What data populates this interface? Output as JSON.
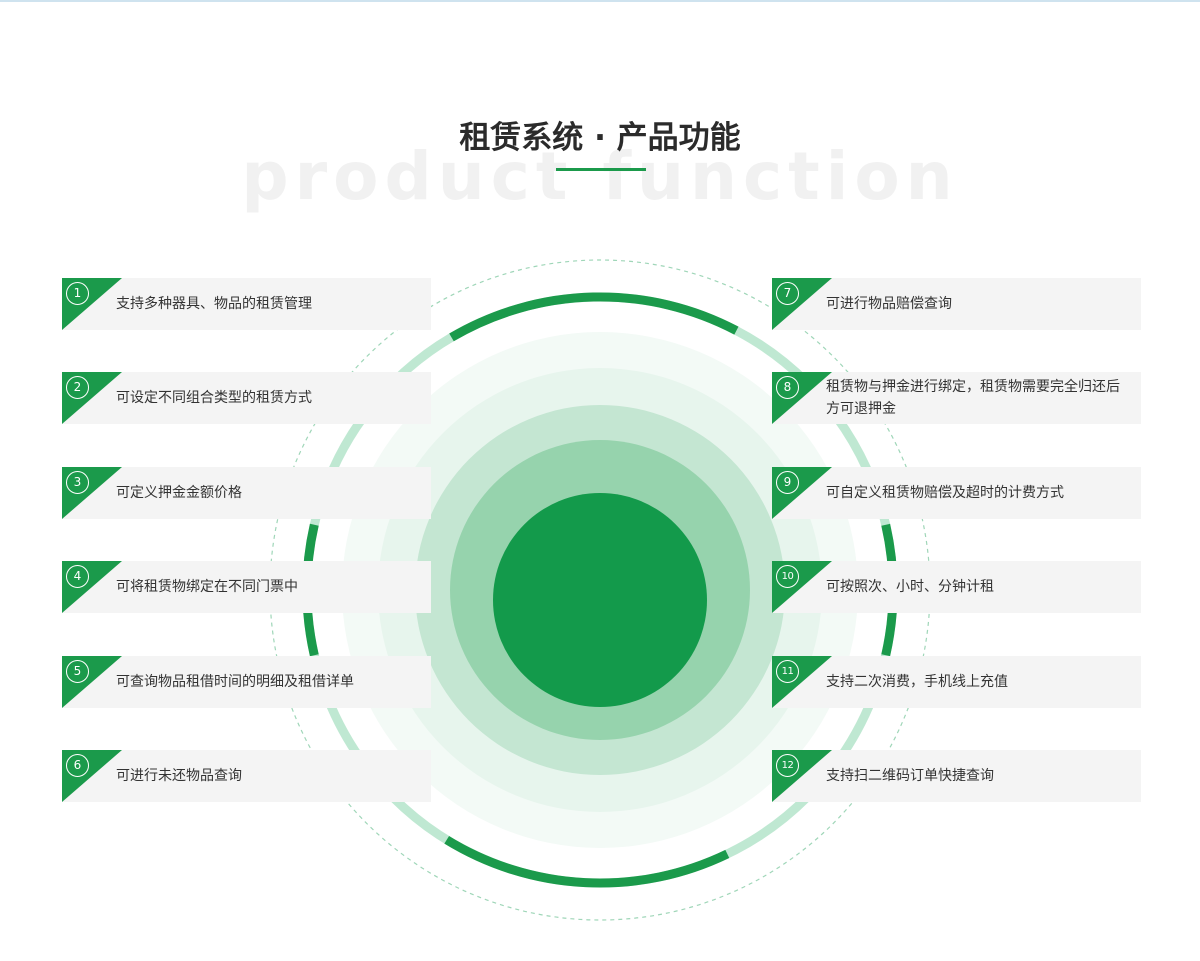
{
  "header": {
    "title": "租赁系统 · 产品功能",
    "watermark": "product function"
  },
  "colors": {
    "accent": "#1b9a4b",
    "ring_light": "#bfe8d2",
    "card_bg": "#f4f4f4"
  },
  "features": {
    "left": [
      {
        "num": "1",
        "label": "支持多种器具、物品的租赁管理"
      },
      {
        "num": "2",
        "label": "可设定不同组合类型的租赁方式"
      },
      {
        "num": "3",
        "label": "可定义押金金额价格"
      },
      {
        "num": "4",
        "label": "可将租赁物绑定在不同门票中"
      },
      {
        "num": "5",
        "label": "可查询物品租借时间的明细及租借详单"
      },
      {
        "num": "6",
        "label": "可进行未还物品查询"
      }
    ],
    "right": [
      {
        "num": "7",
        "label": "可进行物品赔偿查询"
      },
      {
        "num": "8",
        "label": "租赁物与押金进行绑定，租赁物需要完全归还后方可退押金"
      },
      {
        "num": "9",
        "label": "可自定义租赁物赔偿及超时的计费方式"
      },
      {
        "num": "10",
        "label": "可按照次、小时、分钟计租"
      },
      {
        "num": "11",
        "label": "支持二次消费，手机线上充值"
      },
      {
        "num": "12",
        "label": "支持扫二维码订单快捷查询"
      }
    ]
  }
}
